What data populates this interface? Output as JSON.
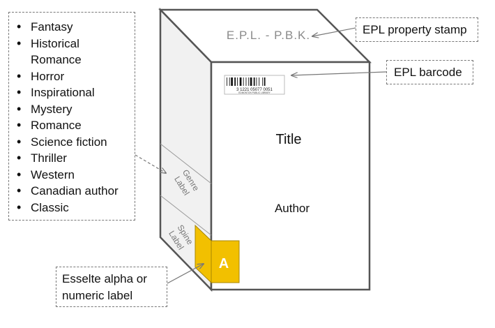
{
  "genre_list": {
    "items": [
      "Fantasy",
      "Historical Romance",
      "Horror",
      "Inspirational",
      "Mystery",
      "Romance",
      "Science fiction",
      "Thriller",
      "Western",
      "Canadian author",
      "Classic"
    ]
  },
  "callouts": {
    "property_stamp": "EPL property stamp",
    "barcode": "EPL barcode",
    "esselte": "Esselte alpha or numeric label"
  },
  "book": {
    "stamp_text": "E.P.L. - P.B.K.",
    "title": "Title",
    "author": "Author",
    "genre_label": [
      "Genre",
      "Label"
    ],
    "spine_label": [
      "Spine",
      "Label"
    ],
    "alpha_label": "A",
    "barcode_number": "3 1221 05077 0051",
    "barcode_caption": "EDMONTON PUBLIC LIBRARY"
  },
  "colors": {
    "alpha_label_fill": "#f2c000",
    "book_outline": "#555555",
    "book_top_face": "#ffffff",
    "book_side_face": "#f1f1f1",
    "arrow": "#777777"
  }
}
